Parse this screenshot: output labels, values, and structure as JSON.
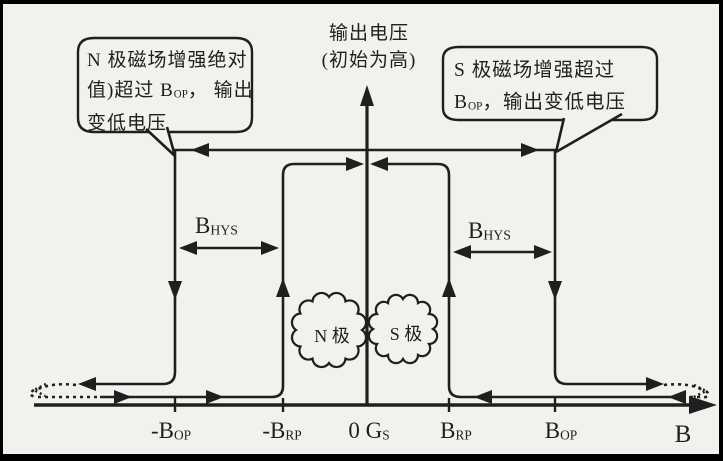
{
  "figure": {
    "axis_title": {
      "line1": "输出电压",
      "line2": "(初始为高)"
    },
    "callout_left": {
      "line1": "N 极磁场增强绝对",
      "line2_pre": "值)超过 B",
      "line2_sub": "OP",
      "line2_post": "， 输出",
      "line3": "变低电压"
    },
    "callout_right": {
      "line1": "S 极磁场增强超过",
      "line2_pre": "B",
      "line2_sub": "OP",
      "line2_post": "，输出变低电压"
    },
    "hys_left": {
      "base": "B",
      "sub": "HYS"
    },
    "hys_right": {
      "base": "B",
      "sub": "HYS"
    },
    "cloud_n": "N 极",
    "cloud_s": "S 极",
    "ticks": {
      "neg_bop": {
        "pre": "-",
        "base": "B",
        "sub": "OP"
      },
      "neg_brp": {
        "pre": "-",
        "base": "B",
        "sub": "RP"
      },
      "zero": {
        "base": "0 G",
        "sub": "S"
      },
      "brp": {
        "base": "B",
        "sub": "RP"
      },
      "bop": {
        "base": "B",
        "sub": "OP"
      },
      "b_axis": "B"
    },
    "colors": {
      "ink": "#1f1f1f",
      "background": "#f2f1ee",
      "frame": "#000000"
    }
  }
}
